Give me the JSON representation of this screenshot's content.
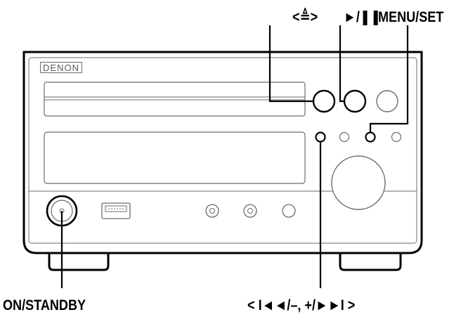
{
  "labels": {
    "eject": "<≜>",
    "play_pause": "►/❚❚",
    "menu_set": "MENU/SET",
    "on_standby": "ON/STANDBY",
    "skip": "< I◄◄/–, +/►►I >"
  },
  "brand": "DENON",
  "colors": {
    "line": "#000000",
    "outline": "#6b6b6b"
  }
}
